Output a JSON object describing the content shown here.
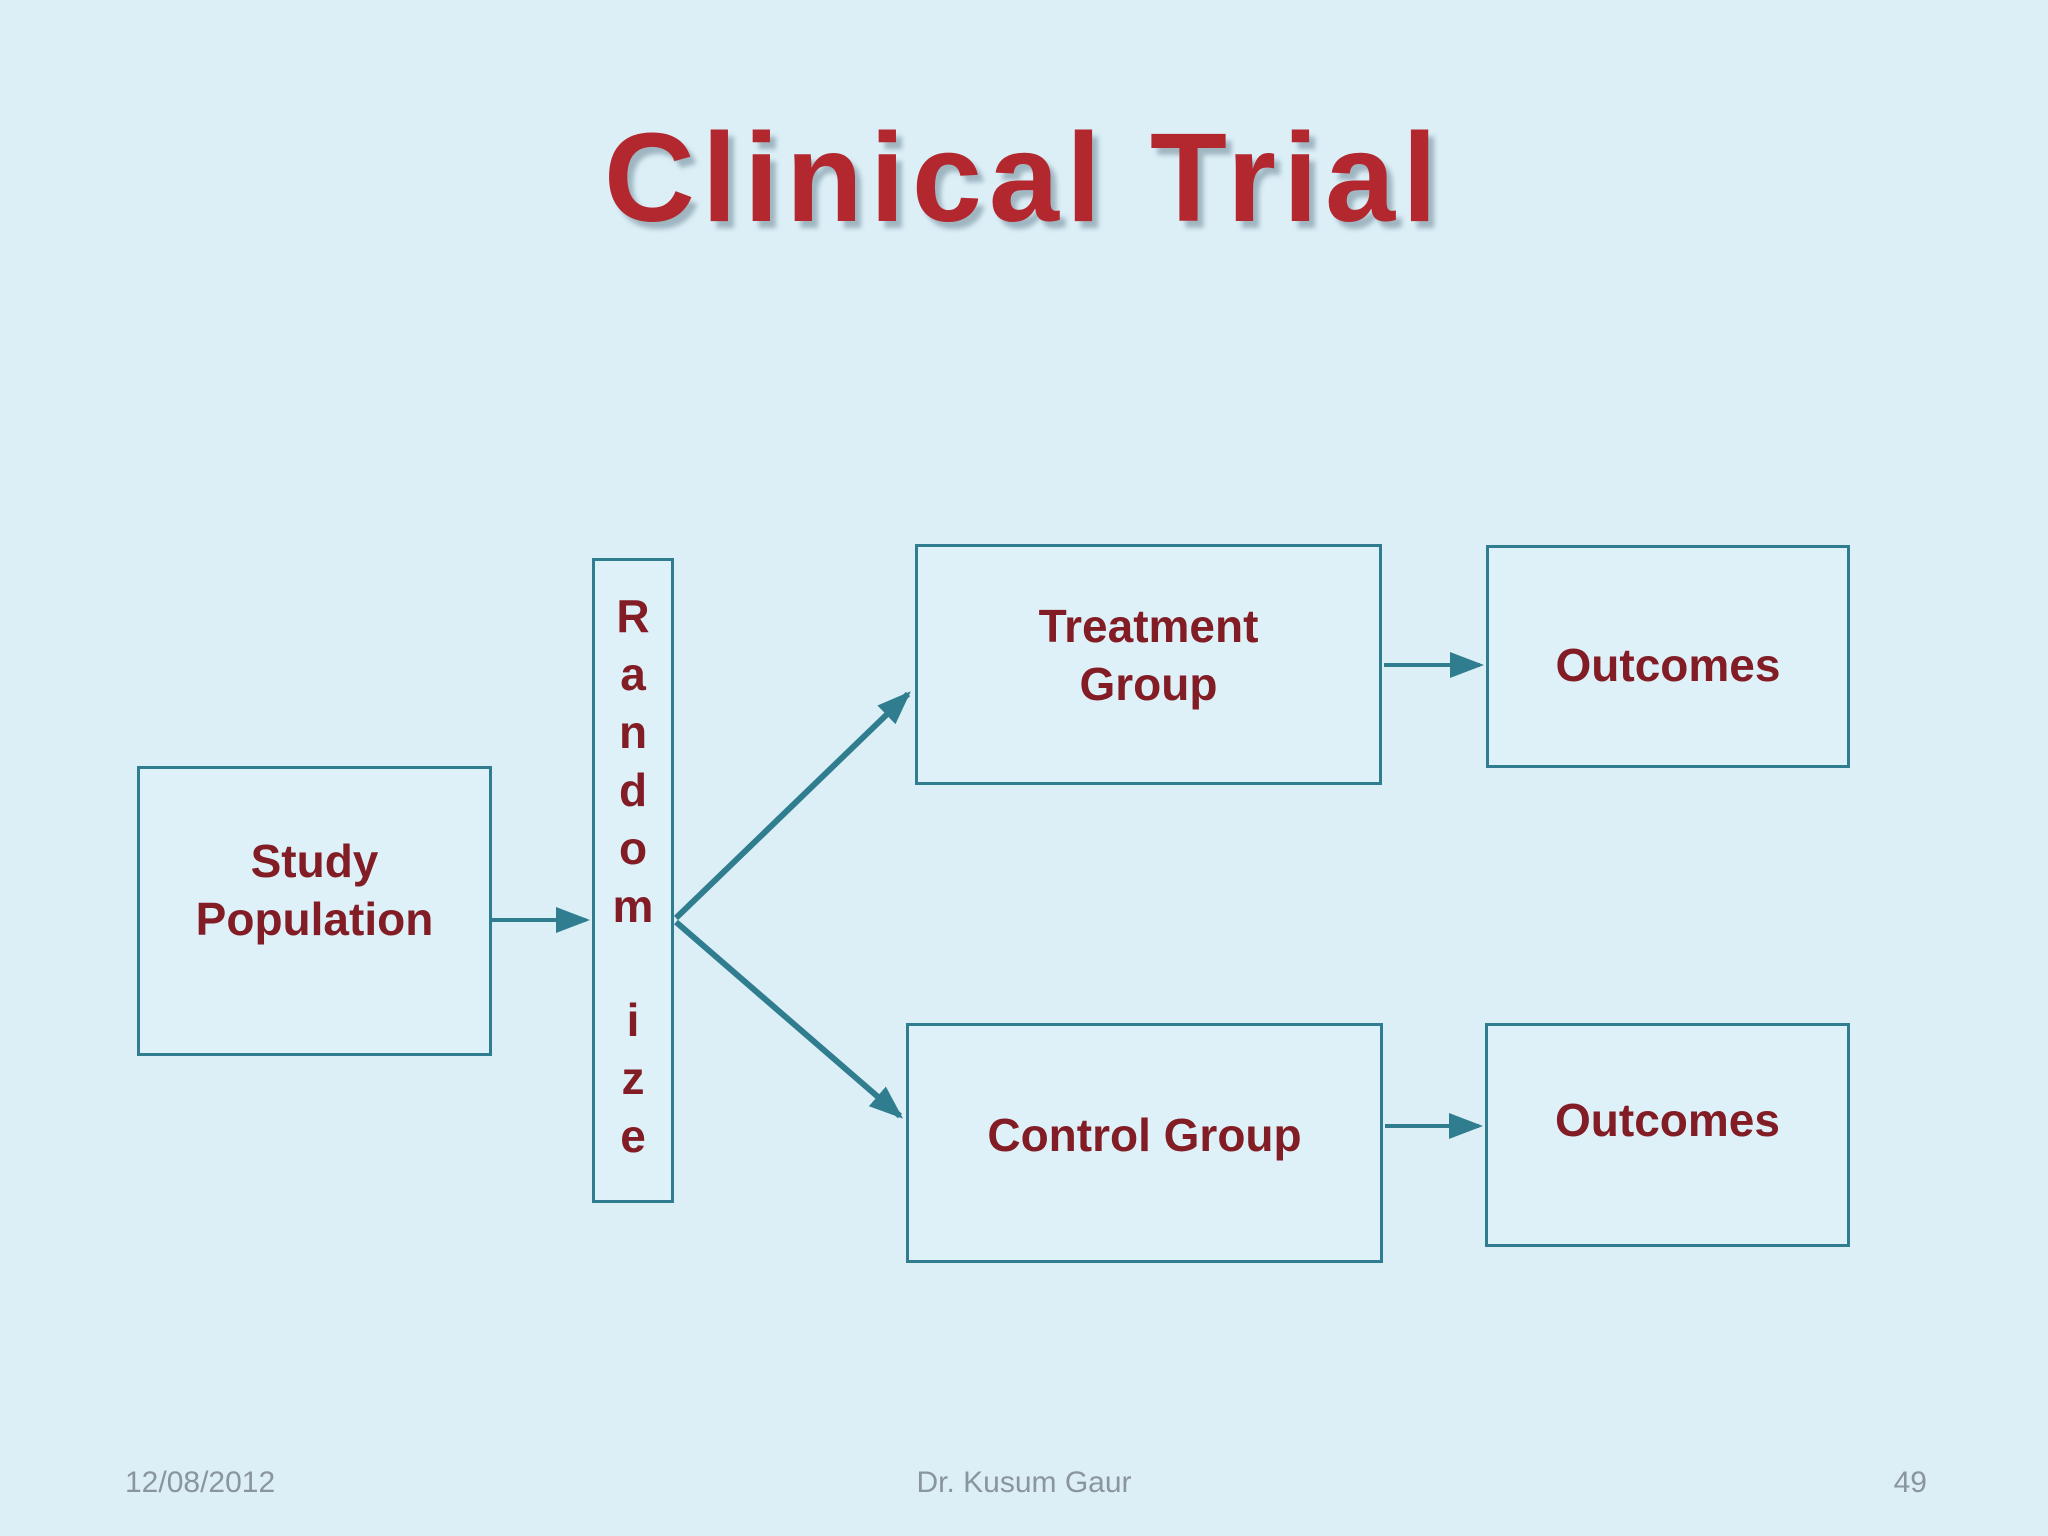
{
  "slide": {
    "title": "Clinical Trial",
    "footer": {
      "date": "12/08/2012",
      "author": "Dr. Kusum Gaur",
      "page_number": "49"
    }
  },
  "diagram": {
    "nodes": {
      "study_population": {
        "line1": "Study",
        "line2": "Population"
      },
      "randomize": {
        "word": "Randomize",
        "letters": [
          "R",
          "a",
          "n",
          "d",
          "o",
          "m",
          "i",
          "z",
          "e"
        ]
      },
      "treatment_group": {
        "line1": "Treatment",
        "line2": "Group"
      },
      "outcomes_top": {
        "label": "Outcomes"
      },
      "control_group": {
        "label": "Control Group"
      },
      "outcomes_bottom": {
        "label": "Outcomes"
      }
    },
    "connections": [
      {
        "from": "study_population",
        "to": "randomize"
      },
      {
        "from": "randomize",
        "to": "treatment_group"
      },
      {
        "from": "randomize",
        "to": "control_group"
      },
      {
        "from": "treatment_group",
        "to": "outcomes_top"
      },
      {
        "from": "control_group",
        "to": "outcomes_bottom"
      }
    ],
    "colors": {
      "background": "#DCEFF7",
      "box_fill": "#DFF1F8",
      "teal_border_arrows": "#2F7D8E",
      "maroon_text": "#821C25",
      "title_red": "#B2282E",
      "footer_gray": "#8A959E"
    }
  }
}
